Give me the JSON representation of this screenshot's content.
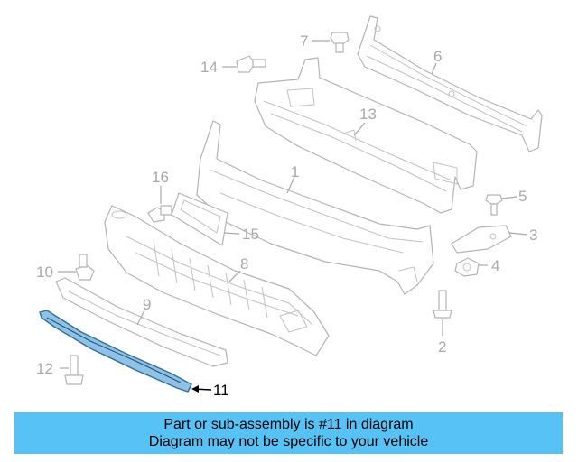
{
  "diagram": {
    "callouts": [
      "1",
      "2",
      "3",
      "4",
      "5",
      "6",
      "7",
      "8",
      "9",
      "10",
      "11",
      "12",
      "13",
      "14",
      "15",
      "16"
    ],
    "highlighted_part": "11",
    "highlight_color": "#3a7fb0",
    "part_stroke_color": "#b4b4b4",
    "label_color": "#a9a9a9"
  },
  "banner": {
    "line1": "Part or sub-assembly is #11 in diagram",
    "line2": "Diagram may not be specific to your vehicle",
    "background_color": "#56c2f5"
  }
}
